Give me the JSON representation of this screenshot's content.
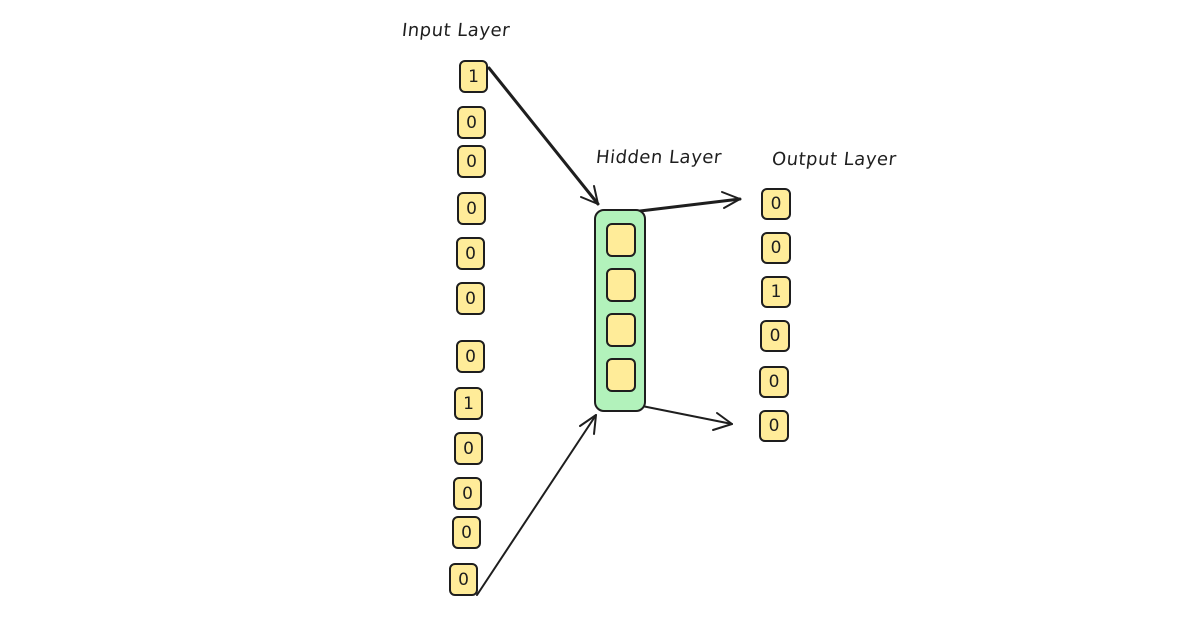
{
  "labels": {
    "input": "Input Layer",
    "hidden": "Hidden Layer",
    "output": "Output Layer"
  },
  "input_nodes": [
    "1",
    "0",
    "0",
    "0",
    "0",
    "0",
    "0",
    "1",
    "0",
    "0",
    "0",
    "0"
  ],
  "hidden_node_count": 4,
  "output_nodes": [
    "0",
    "0",
    "1",
    "0",
    "0",
    "0"
  ],
  "colors": {
    "node_fill": "#ffec99",
    "hidden_fill": "#b2f2bb",
    "stroke": "#1e1e1e"
  }
}
